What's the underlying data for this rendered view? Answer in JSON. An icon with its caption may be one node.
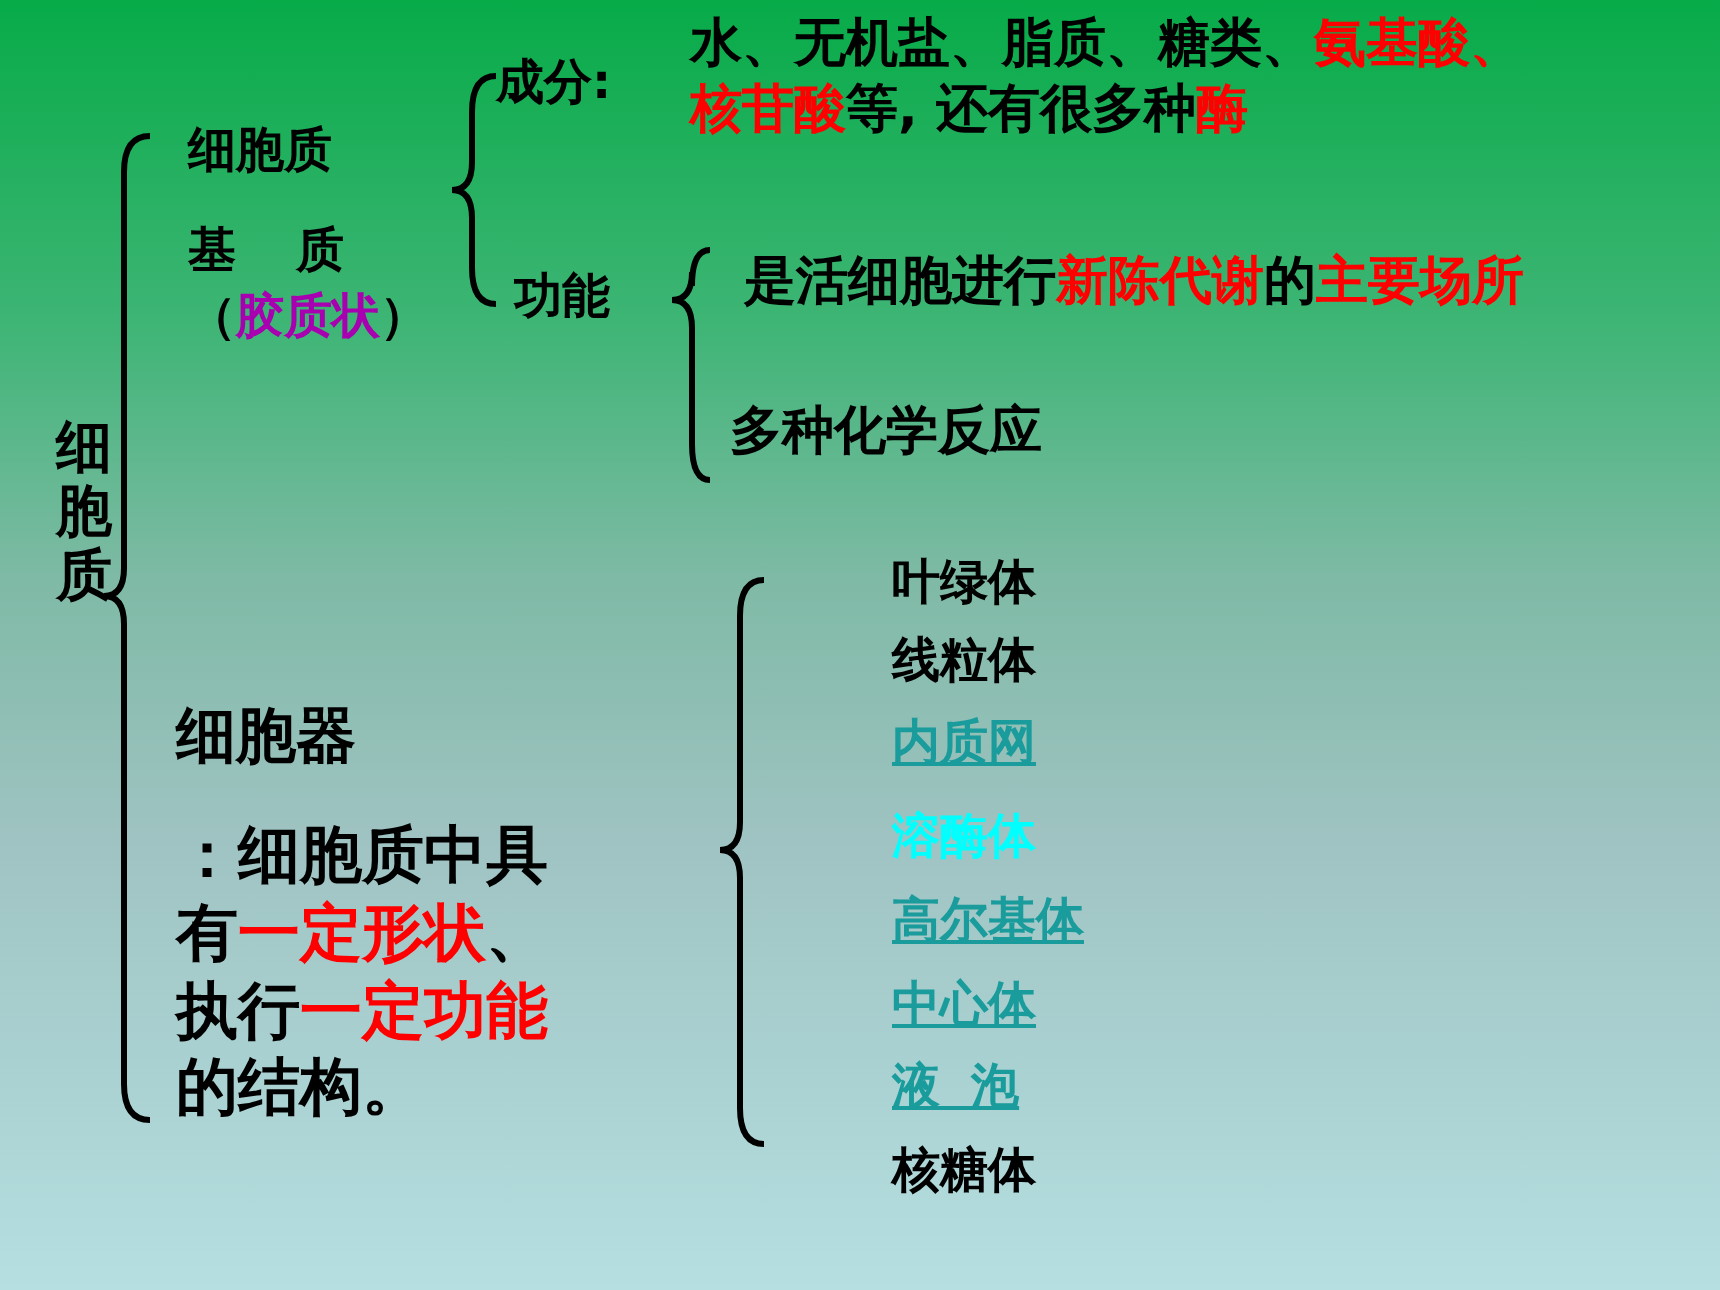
{
  "diagram": {
    "labels": [
      "细胞质",
      "细胞质",
      "基 质",
      "（*胶质状*）",
      "成分:",
      "水、无机盐、脂质、糖类、**氨基酸、核苷酸**等, 还有很多种**酶**",
      "功能",
      "是活细胞进行**新陈代谢**的**主要场所**",
      "多种化学反应",
      "细胞器",
      "：细胞质中具有**一定形状**、执行**一定功能**的结构。",
      "叶绿体",
      "线粒体",
      "内质网",
      "溶酶体",
      "高尔基体",
      "中心体",
      "液 泡",
      "核糖体"
    ]
  }
}
